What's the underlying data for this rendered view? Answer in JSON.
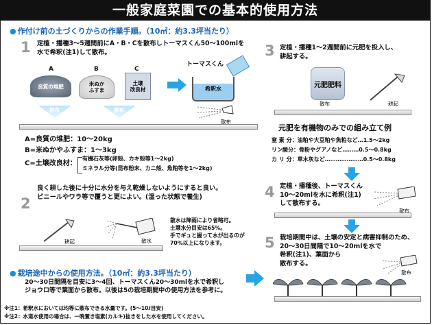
{
  "title": "一般家庭菜園での基本的使用方法",
  "section1_heading": "作付け前の土づくりからの作業手順。（10㎡：約3.3坪当たり）",
  "section2_heading": "栽培途中からの使用方法。（10㎡：約3.3坪当たり）",
  "step1": {
    "num": "1",
    "text": "定植・播種3〜5週間前にA・B・Cを散布しトーマスくん50〜100mlを\n水で希釈(注1)して散布。"
  },
  "abc": {
    "a_label": "A",
    "b_label": "B",
    "c_label": "C",
    "a_item": "良質の堆肥",
    "b_item": "米ぬか\nふすま",
    "c_item": "土壌\n改良材",
    "scatter1": "散布",
    "scatter2": "散布"
  },
  "tomas_label": "トーマスくん",
  "tank_label": "希釈水",
  "scatter3": "散布",
  "amounts": {
    "a": "A=良質の堆肥：10〜20kg",
    "b": "B=米ぬかやふすま：1〜3kg",
    "c": "C=土壌改良材：",
    "c_detail1": "有機石灰等(卵殻、カキ殻等1〜2kg)",
    "c_detail2": "ミネラル分等(昆布粉末、カニ殻、魚粕等を1〜2kg)"
  },
  "step2": {
    "num": "2",
    "text": "良く耕した後に十分に水分を与え乾燥しないようにすると良い。\nビニールやワラ等で覆うと更によい。(湿った状態で養生)"
  },
  "step2_note": "散水は降雨により省略可。\n土壌水分目安は65%。\n手でギュと握って水が出るのが\n70%以上になります。",
  "step2_labels": {
    "plow": "耕起",
    "water": "散水"
  },
  "step3": {
    "num": "3",
    "text": "定植・播種1〜2週間前に元肥を投入し、\n耕起する。"
  },
  "base_fertilizer": "元肥肥料",
  "step3_labels": {
    "scatter": "散布",
    "plow": "耕起"
  },
  "organic": {
    "title": "元肥を有機物のみでの組み立て例",
    "n": "窒 素 分：油粕や大豆粕や魚粕など…1.5〜2kg",
    "p": "リン酸分：骨粉やグアノなど………0.5〜0.8kg",
    "k": "カ リ 分：草木灰など…………………0.5〜0.8kg"
  },
  "step4": {
    "num": "4",
    "text": "定植・播種後、トーマスくん\n10〜20mlを水に希釈(注1)\nして散布する。"
  },
  "step4_label": "散布",
  "step5": {
    "num": "5",
    "text": "栽培期間中は、土壌の安定と病害抑制のため、\n20〜30日間隔で10〜20mlを水で\n希釈(注1)、葉面から\n散布する。"
  },
  "step5_label": "散布",
  "midseason": "20〜30日間隔を目安に3〜4回、トーマスくん20〜30mlを水で希釈し\nジョウロ等で葉面から散布。以後は5の栽培期間中の使用方法を参考に。",
  "notes": {
    "n1": "※注1：希釈水においては均等に散布できる水量です。(5〜10ℓ目安)",
    "n2": "※注2：水道水使用の場合は、一晩置き塩素(カルキ)抜きをした水を使用してください。"
  },
  "colors": {
    "accent": "#1a63b5",
    "arrow": "#27a4e6"
  }
}
